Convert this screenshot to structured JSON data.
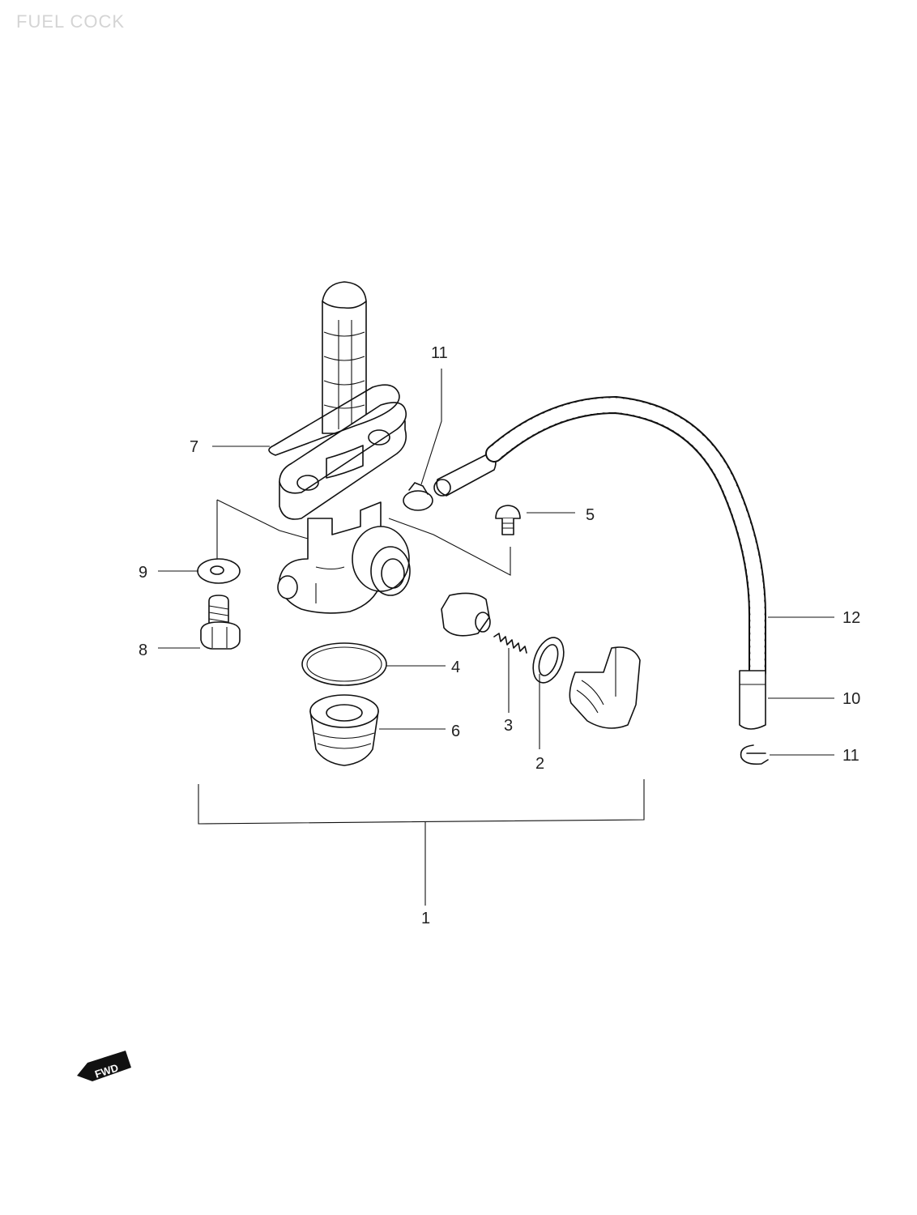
{
  "title": "FUEL COCK",
  "fwd_badge": "FWD",
  "callouts": {
    "p1": "1",
    "p2": "2",
    "p3": "3",
    "p4": "4",
    "p5": "5",
    "p6": "6",
    "p7": "7",
    "p8": "8",
    "p9": "9",
    "p10": "10",
    "p11_top": "11",
    "p11_bottom": "11",
    "p12": "12"
  }
}
